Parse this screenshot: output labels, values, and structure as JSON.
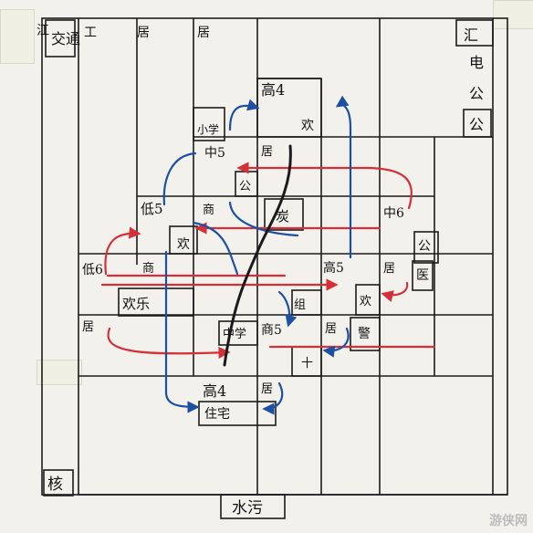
{
  "cells": {
    "jiang": "江",
    "jiaotong": "交通",
    "gong1": "工",
    "ju1": "居",
    "ju2": "居",
    "hui": "汇",
    "dian": "电",
    "gong_a": "公",
    "gong_b": "公",
    "gao4_top": "高4",
    "huan1": "欢",
    "xiaoxue": "小学",
    "zhong5": "中5",
    "ju3": "居",
    "gong_c": "公",
    "di5": "低5",
    "shang1": "商",
    "tan": "炭",
    "zhong6": "中6",
    "huan2": "欢",
    "gong_d": "公",
    "di6": "低6",
    "shang2": "商",
    "gao5_right": "高5",
    "ju4": "居",
    "yi": "医",
    "huanle": "欢乐",
    "zu": "组",
    "huan3": "欢",
    "ju5": "居",
    "zhongxue": "中学",
    "shang5": "商5",
    "ju6": "居",
    "jing": "警",
    "shi": "十",
    "gao4_bottom": "高4",
    "ju7": "居",
    "zhuzhai": "住宅",
    "he": "核",
    "shuiwu": "水污"
  },
  "colors": {
    "red": "#d5303a",
    "blue": "#1d4fa3",
    "black": "#1b1b1b",
    "paper": "#f3f1ec"
  },
  "watermark": "游侠网"
}
